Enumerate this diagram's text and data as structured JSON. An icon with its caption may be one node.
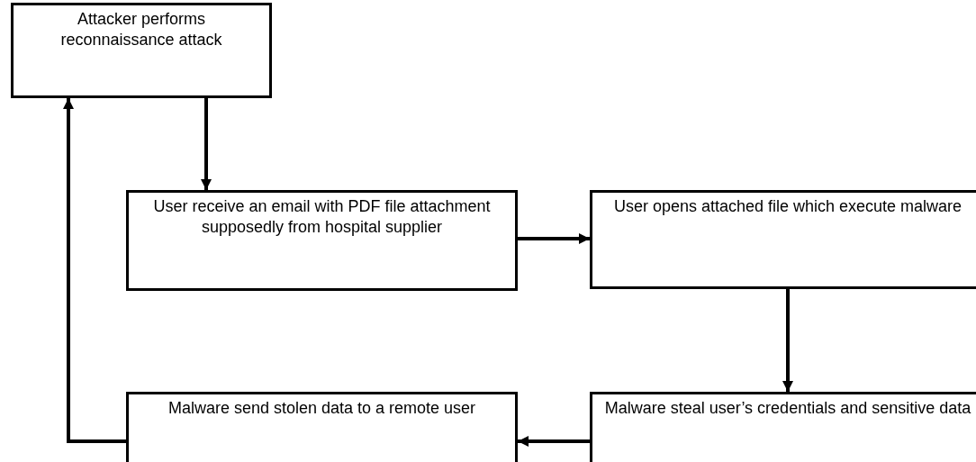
{
  "diagram": {
    "nodes": [
      {
        "text": [
          "Attacker performs reconnaissance attack"
        ]
      },
      {
        "text": [
          "User receive an email with PDF file attachment supposedly  from hospital supplier"
        ]
      },
      {
        "text": [
          "User opens attached file which execute malware"
        ]
      },
      {
        "text": [
          "Malware steal user’s credentials and sensitive data"
        ]
      },
      {
        "text": [
          "Malware send stolen data to a remote user"
        ]
      }
    ],
    "edges": [
      {
        "from": 0,
        "to": 1,
        "arrow": "to"
      },
      {
        "from": 1,
        "to": 2,
        "arrow": "to"
      },
      {
        "from": 2,
        "to": 3,
        "arrow": "to"
      },
      {
        "from": 3,
        "to": 4,
        "arrow": "to"
      },
      {
        "from": 4,
        "to": 0,
        "arrow": "to"
      }
    ]
  }
}
